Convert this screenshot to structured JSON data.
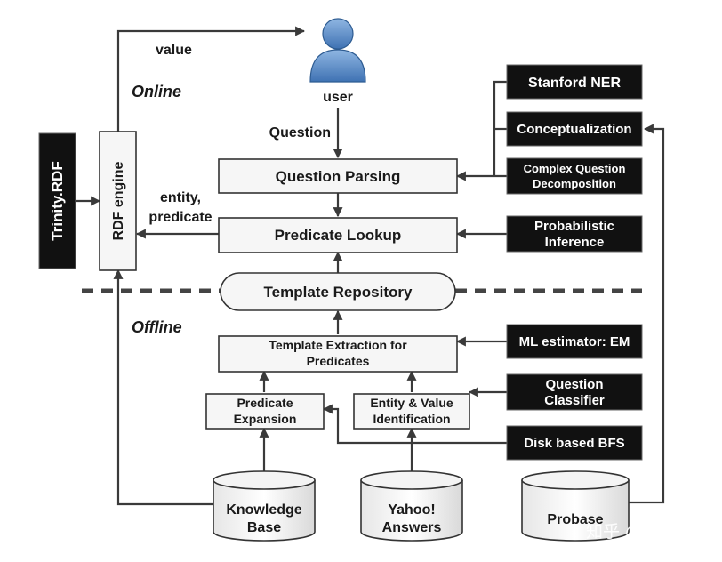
{
  "labels": {
    "value": "value",
    "user": "user",
    "online": "Online",
    "offline": "Offline",
    "question": "Question",
    "entity_predicate_1": "entity,",
    "entity_predicate_2": "predicate",
    "trinity": "Trinity.RDF",
    "rdf_engine": "RDF engine",
    "question_parsing": "Question Parsing",
    "predicate_lookup": "Predicate Lookup",
    "template_repository": "Template Repository",
    "template_extraction_1": "Template Extraction for",
    "template_extraction_2": "Predicates",
    "predicate_expansion_1": "Predicate",
    "predicate_expansion_2": "Expansion",
    "entity_value_1": "Entity & Value",
    "entity_value_2": "Identification",
    "stanford_ner": "Stanford NER",
    "conceptualization": "Conceptualization",
    "complex_question_1": "Complex Question",
    "complex_question_2": "Decomposition",
    "probabilistic_1": "Probabilistic",
    "probabilistic_2": "Inference",
    "ml_estimator": "ML estimator: EM",
    "question_classifier_1": "Question",
    "question_classifier_2": "Classifier",
    "disk_bfs": "Disk based BFS",
    "knowledge_base_1": "Knowledge",
    "knowledge_base_2": "Base",
    "yahoo_1": "Yahoo!",
    "yahoo_2": "Answers",
    "probase": "Probase",
    "watermark": "知乎 @gaojing"
  },
  "colors": {
    "user_icon": "#5b8fc9",
    "black_box": "#111111",
    "light_box": "#f6f6f6",
    "line": "#3a3a3a"
  }
}
